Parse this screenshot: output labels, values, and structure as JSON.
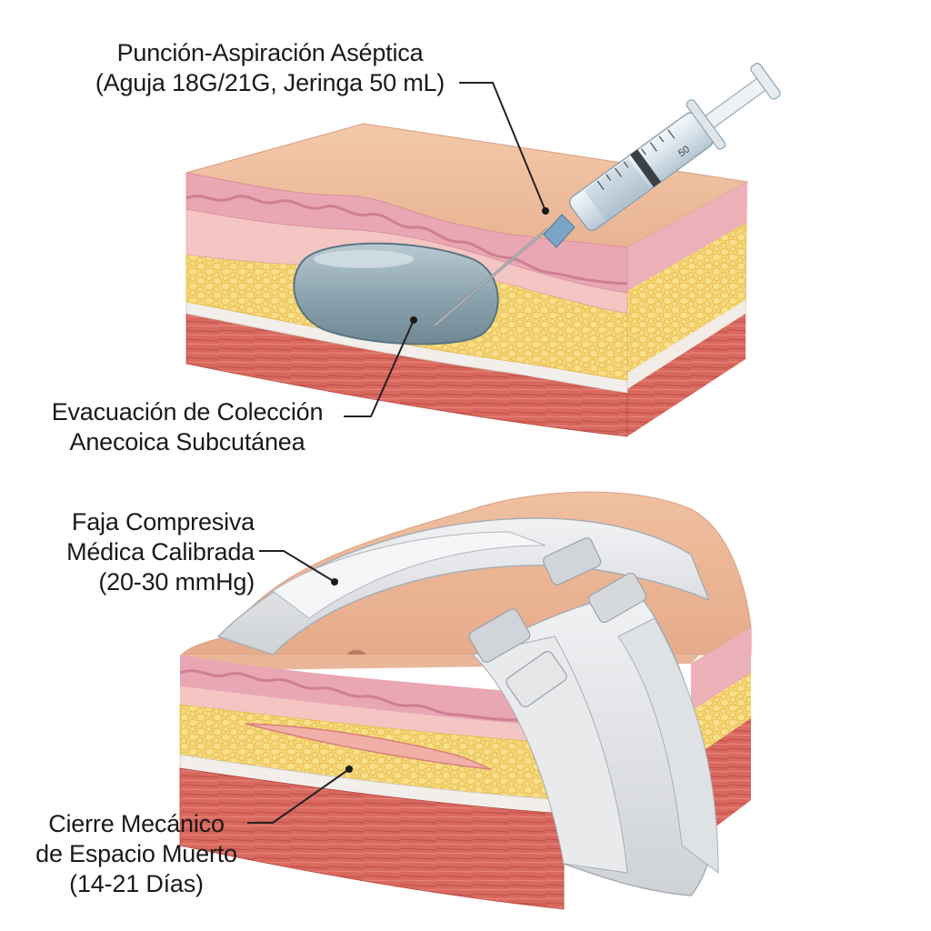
{
  "labels": {
    "aspiration": {
      "line1": "Punción-Aspiración Aséptica",
      "line2": "(Aguja 18G/21G, Jeringa 50 mL)"
    },
    "evacuation": {
      "line1": "Evacuación de Colección",
      "line2": "Anecoica Subcutánea"
    },
    "binder": {
      "line1": "Faja Compresiva",
      "line2": "Médica Calibrada",
      "line3": "(20-30 mmHg)"
    },
    "closure": {
      "line1": "Cierre Mecánico",
      "line2": "de Espacio Muerto",
      "line3": "(14-21 Días)"
    }
  },
  "syringe": {
    "barrel_marking": "50"
  },
  "colors": {
    "skin_surface": "#f0c4a4",
    "epidermis": "#e9a7b3",
    "dermis": "#f3c6c4",
    "fat": "#f6d774",
    "fascia": "#f2eeea",
    "muscle": "#d9685f",
    "seroma_fluid": "#8ba3ae",
    "binder": "#e3e5e8",
    "leader_line": "#222222"
  },
  "icons": {
    "syringe": "syringe-icon",
    "needle": "needle-icon"
  }
}
